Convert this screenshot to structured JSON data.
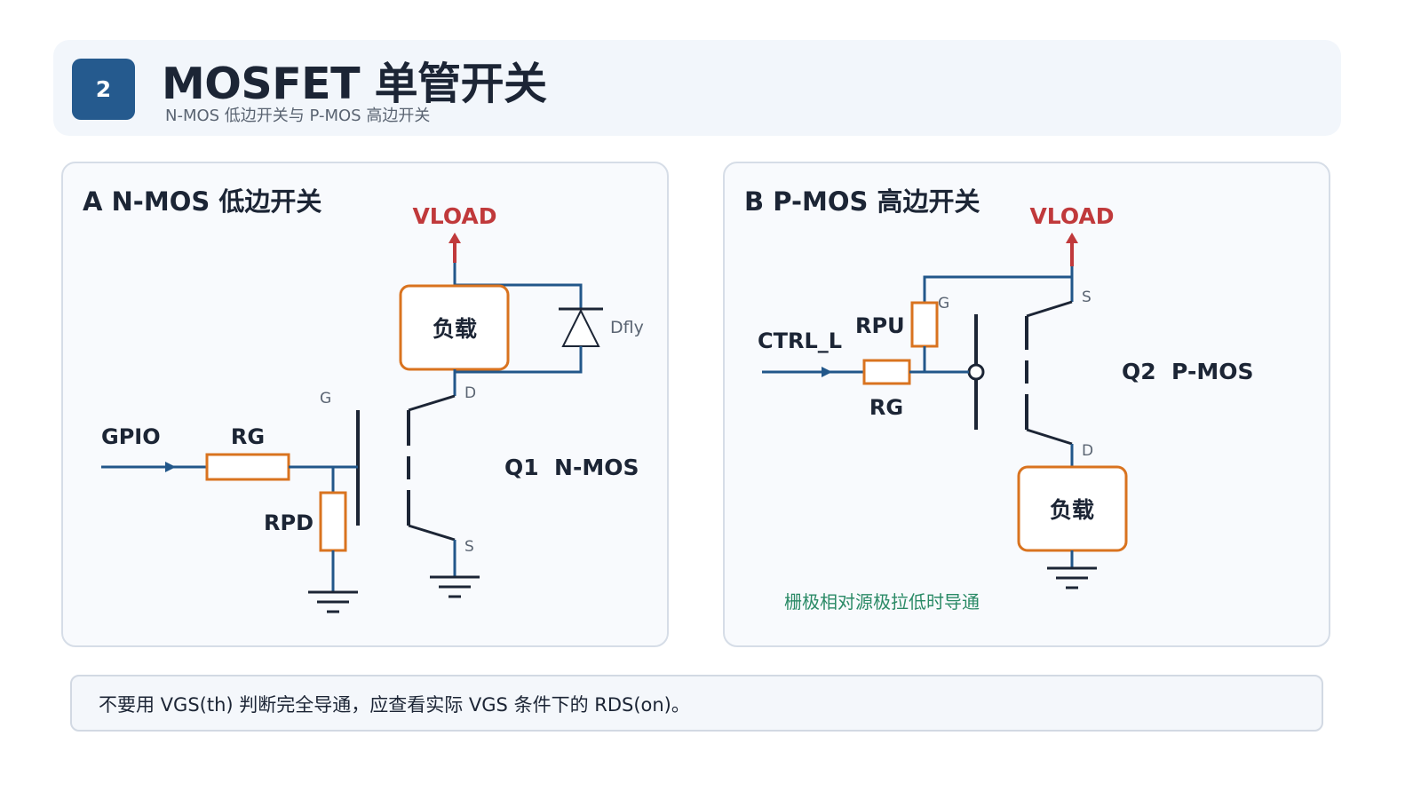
{
  "header": {
    "badge": "2",
    "title": "MOSFET 单管开关",
    "subtitle": "N-MOS 低边开关与 P-MOS 高边开关"
  },
  "panel_a": {
    "title": "A  N-MOS 低边开关",
    "vload": "VLOAD",
    "load": "负载",
    "diode": "Dfly",
    "gpio": "GPIO",
    "rg": "RG",
    "rpd": "RPD",
    "pin_g": "G",
    "pin_d": "D",
    "pin_s": "S",
    "device": "Q1  N-MOS"
  },
  "panel_b": {
    "title": "B  P-MOS 高边开关",
    "vload": "VLOAD",
    "load": "负载",
    "ctrl": "CTRL_L",
    "rpu": "RPU",
    "rg": "RG",
    "pin_g": "G",
    "pin_s": "S",
    "pin_d": "D",
    "device": "Q2  P-MOS",
    "note": "栅极相对源极拉低时导通"
  },
  "footer": {
    "note": "不要用 VGS(th) 判断完全导通，应查看实际 VGS 条件下的 RDS(on)。"
  },
  "colors": {
    "wire": "#22578a",
    "resistor": "#d9731f",
    "vload": "#c0393b",
    "dark": "#1c2535",
    "green_note": "#2a8a66"
  }
}
